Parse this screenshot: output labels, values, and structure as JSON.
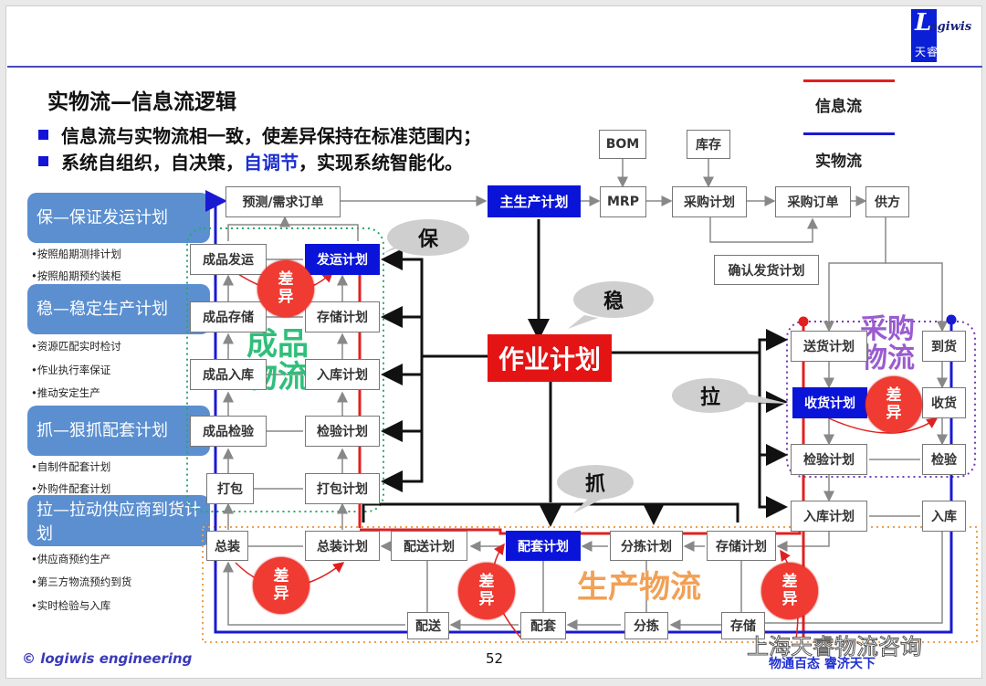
{
  "header": {
    "logo_letter": "L",
    "logo_text": "ogiwis",
    "logo_cn": "天睿咨询"
  },
  "title": "实物流—信息流逻辑",
  "bullets": [
    {
      "before": "信息流与实物流相一致，使差异保持在标准范围内；",
      "highlight": "",
      "after": ""
    },
    {
      "before": "系统自组织，自决策，",
      "highlight": "自调节",
      "after": "，实现系统智能化。"
    }
  ],
  "legend": [
    {
      "label": "信息流",
      "color": "#e02020"
    },
    {
      "label": "实物流",
      "color": "#1a1ad0"
    }
  ],
  "sidebar": [
    {
      "heading": "保—保证发运计划",
      "items": [
        "按照船期测排计划",
        "按照船期预约装柜"
      ]
    },
    {
      "heading": "稳—稳定生产计划",
      "items": [
        "资源匹配实时检讨",
        "作业执行率保证",
        "推动安定生产"
      ]
    },
    {
      "heading": "抓—狠抓配套计划",
      "items": [
        "自制件配套计划",
        "外购件配套计划"
      ]
    },
    {
      "heading": "拉—拉动供应商到货计划",
      "items": [
        "供应商预约生产",
        "第三方物流预约到货",
        "实时检验与入库"
      ]
    }
  ],
  "diagram": {
    "top_row": {
      "forecast": "预测/需求订单",
      "mps": "主生产计划",
      "mrp": "MRP",
      "bom": "BOM",
      "inventory": "库存",
      "purchase_plan": "采购计划",
      "purchase_order": "采购订单",
      "supplier": "供方",
      "confirm_ship": "确认发货计划"
    },
    "center": "作业计划",
    "bubbles": {
      "bao": "保",
      "wen": "稳",
      "la": "拉",
      "zhua": "抓"
    },
    "finished": {
      "zone_label": "成品\n物流",
      "ship": "成品发运",
      "ship_plan": "发运计划",
      "store": "成品存储",
      "store_plan": "存储计划",
      "in": "成品入库",
      "in_plan": "入库计划",
      "inspect": "成品检验",
      "inspect_plan": "检验计划",
      "pack": "打包",
      "pack_plan": "打包计划"
    },
    "purchase": {
      "zone_label": "采购\n物流",
      "send_plan": "送货计划",
      "arrive": "到货",
      "receive_plan": "收货计划",
      "receive": "收货",
      "inspect_plan": "检验计划",
      "inspect": "检验",
      "in_plan": "入库计划",
      "in": "入库"
    },
    "production": {
      "zone_label": "生产物流",
      "assemble": "总装",
      "assemble_plan": "总装计划",
      "deliver_plan": "配送计划",
      "kit_plan": "配套计划",
      "pick_plan": "分拣计划",
      "store_plan": "存储计划",
      "deliver": "配送",
      "kit": "配套",
      "pick": "分拣",
      "store": "存储"
    },
    "diff_label": [
      "差",
      "异"
    ]
  },
  "footer": {
    "copyright": "© logiwis engineering",
    "page_number": "52",
    "watermark": "上海天睿物流咨询",
    "watermark_sub": "物通百态  睿济天下"
  }
}
